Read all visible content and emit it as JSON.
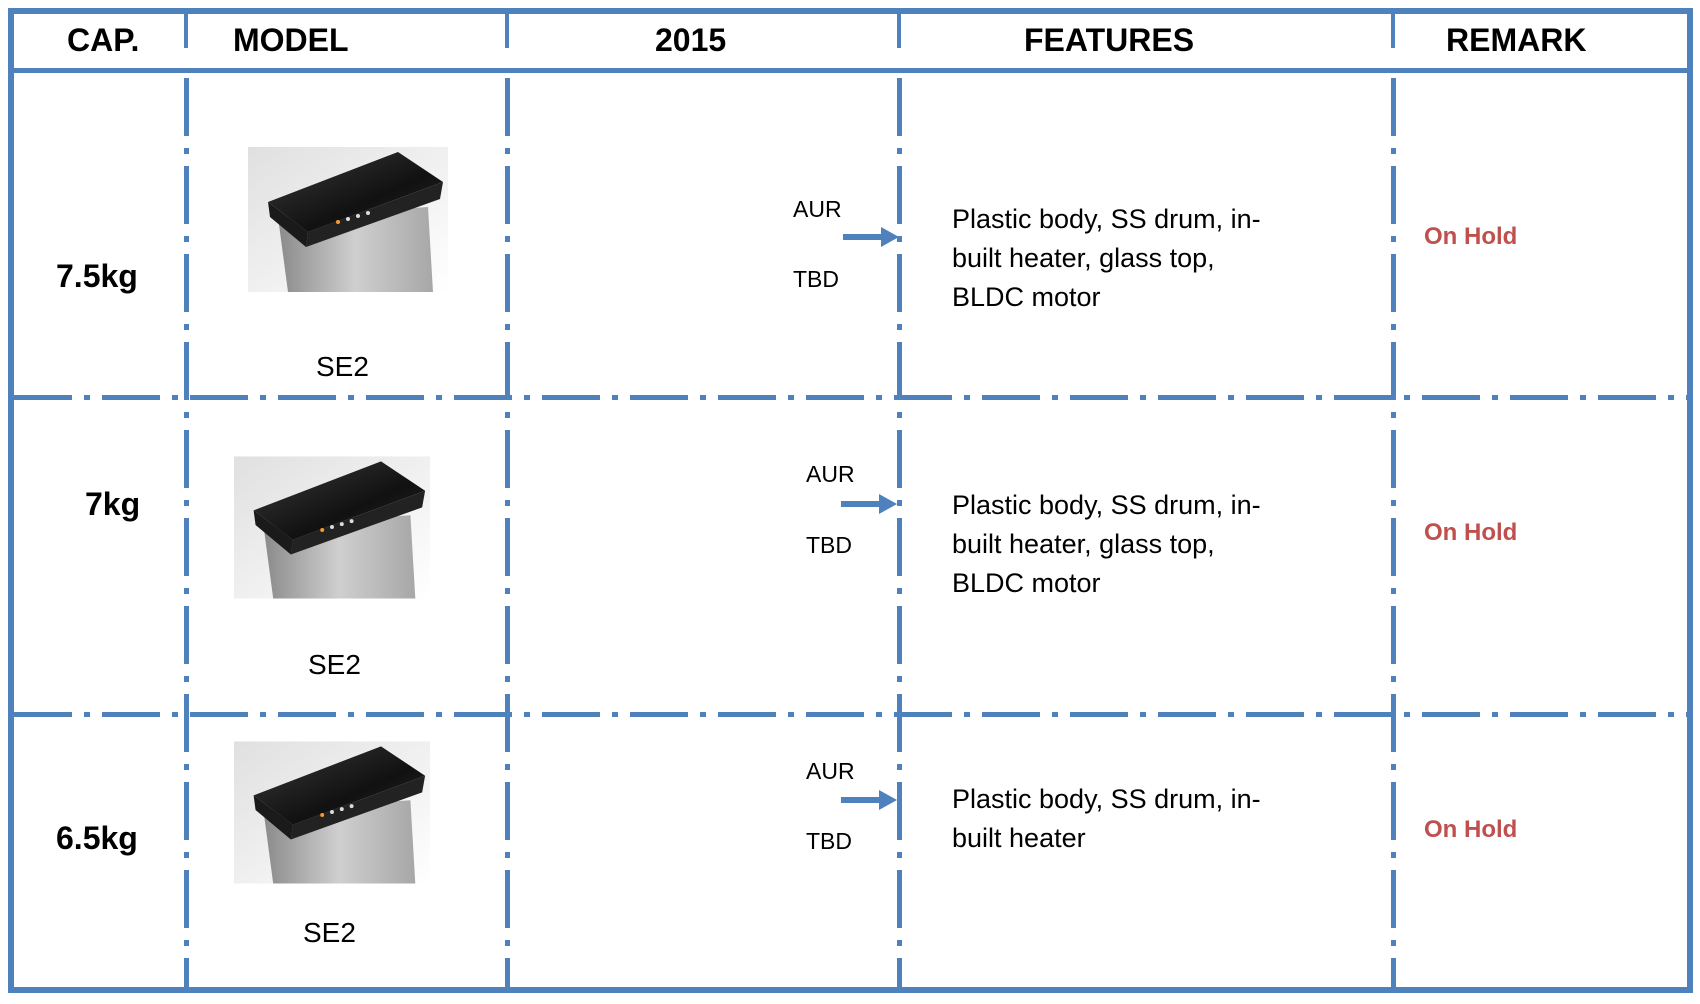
{
  "table": {
    "headers": {
      "capacity": "CAP.",
      "model": "MODEL",
      "year": "2015",
      "features": "FEATURES",
      "remark": "REMARK"
    },
    "rows": [
      {
        "capacity": "7.5kg",
        "model": "SE2",
        "tag_top": "AUR",
        "tag_bottom": "TBD",
        "features": "Plastic body, SS drum, in-\nbuilt heater, glass top,\nBLDC motor",
        "remark": "On Hold"
      },
      {
        "capacity": "7kg",
        "model": "SE2",
        "tag_top": "AUR",
        "tag_bottom": "TBD",
        "features": "Plastic body, SS drum, in-\nbuilt heater, glass top,\nBLDC motor",
        "remark": "On Hold"
      },
      {
        "capacity": "6.5kg",
        "model": "SE2",
        "tag_top": "AUR",
        "tag_bottom": "TBD",
        "features": "Plastic body, SS drum, in-\nbuilt heater",
        "remark": "On Hold"
      }
    ]
  },
  "colors": {
    "grid": "#4f81bd",
    "arrow": "#4f81bd",
    "remark_text": "#c0504d"
  },
  "icons": {
    "product": "washing-machine-image",
    "arrow": "right-arrow-icon"
  }
}
